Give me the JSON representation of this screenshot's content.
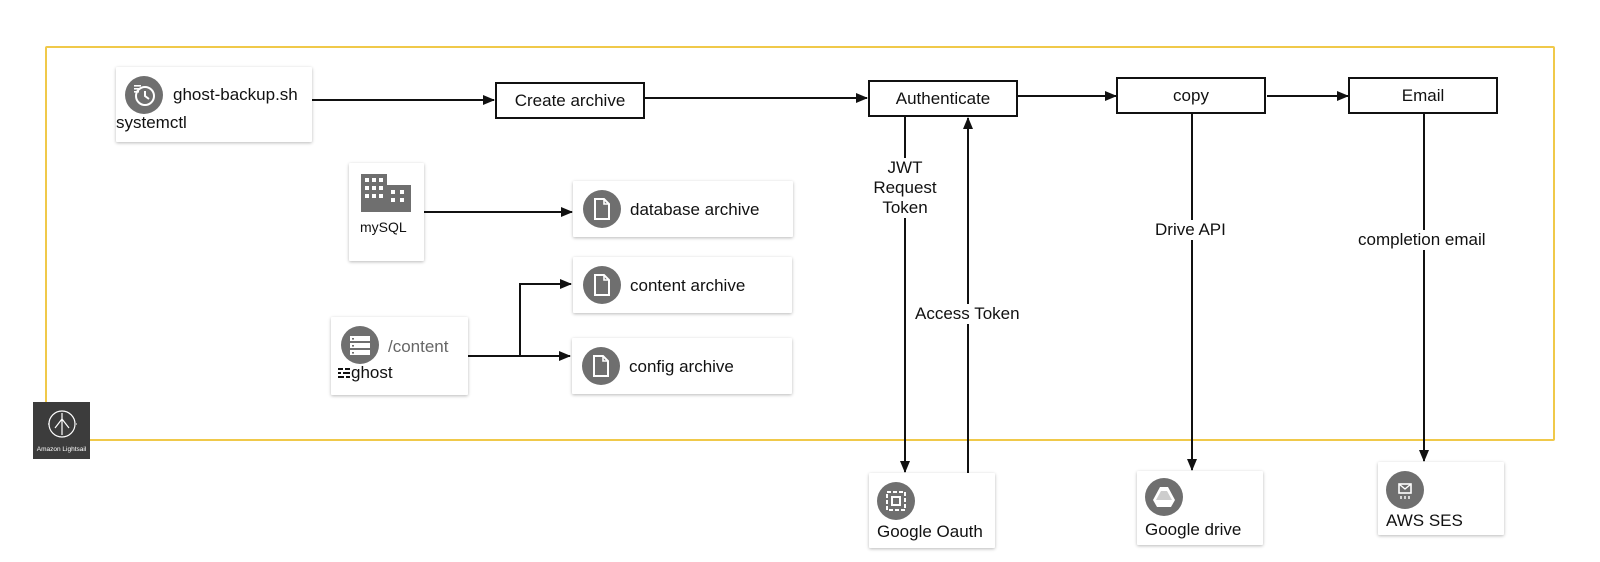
{
  "sources": {
    "ghost_backup": {
      "title": "ghost-backup.sh",
      "sub": "systemctl"
    },
    "mysql": {
      "label": "mySQL"
    },
    "ghost": {
      "path": "/content",
      "label": "ghost"
    }
  },
  "steps": {
    "create_archive": "Create archive",
    "authenticate": "Authenticate",
    "copy": "copy",
    "email": "Email"
  },
  "archives": {
    "database": "database archive",
    "content": "content archive",
    "config": "config archive"
  },
  "edges": {
    "jwt": "JWT\nRequest\nToken",
    "access_token": "Access Token",
    "drive_api": "Drive API",
    "completion_email": "completion email"
  },
  "services": {
    "google_oauth": "Google Oauth",
    "google_drive": "Google drive",
    "aws_ses": "AWS SES"
  },
  "platform": {
    "label": "Amazon Lightsail"
  },
  "colors": {
    "frame": "#f0c94a",
    "icon_bg": "#6f6f6f",
    "line": "#111111"
  }
}
